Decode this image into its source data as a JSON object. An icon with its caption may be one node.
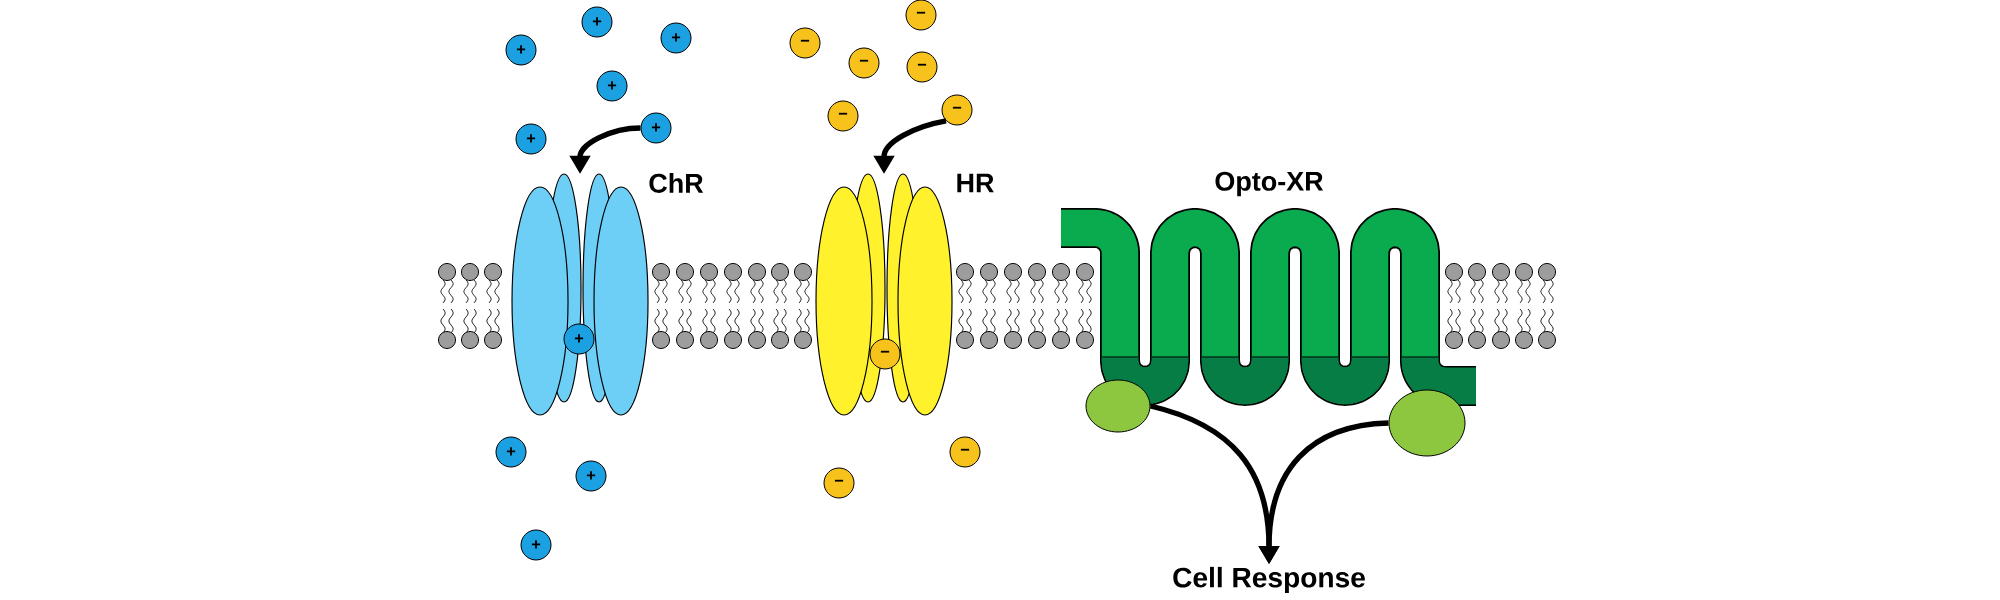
{
  "diagram": {
    "nodes": [
      {
        "text": [
          "ChR"
        ]
      },
      {
        "text": [
          "HR"
        ]
      },
      {
        "text": [
          "Opto-XR"
        ]
      },
      {
        "text": [],
        "shape": "circle"
      },
      {
        "text": [],
        "shape": "circle"
      },
      {
        "text": [
          "Cell Response"
        ]
      },
      {
        "text": [
          "+"
        ]
      },
      {
        "text": [
          "+"
        ]
      },
      {
        "text": [
          "+"
        ]
      },
      {
        "text": [
          "+"
        ]
      },
      {
        "text": [
          "+"
        ]
      },
      {
        "text": [
          "+"
        ]
      },
      {
        "text": [
          "+"
        ],
        "in": 0
      },
      {
        "text": [
          "+"
        ]
      },
      {
        "text": [
          "+"
        ]
      },
      {
        "text": [
          "+"
        ]
      },
      {
        "text": [
          "−"
        ]
      },
      {
        "text": [
          "−"
        ]
      },
      {
        "text": [
          "−"
        ]
      },
      {
        "text": [
          "−"
        ]
      },
      {
        "text": [
          "−"
        ]
      },
      {
        "text": [
          "−"
        ]
      },
      {
        "text": [
          "−"
        ],
        "in": 1
      },
      {
        "text": [
          "−"
        ]
      },
      {
        "text": [
          "−"
        ]
      }
    ],
    "edges": [
      {
        "from": 11,
        "to": 0,
        "arrow": "to"
      },
      {
        "from": 21,
        "to": 1,
        "arrow": "to"
      },
      {
        "from": 3,
        "to": 5,
        "arrow": "to"
      },
      {
        "from": 4,
        "to": 5,
        "arrow": "to"
      }
    ]
  }
}
